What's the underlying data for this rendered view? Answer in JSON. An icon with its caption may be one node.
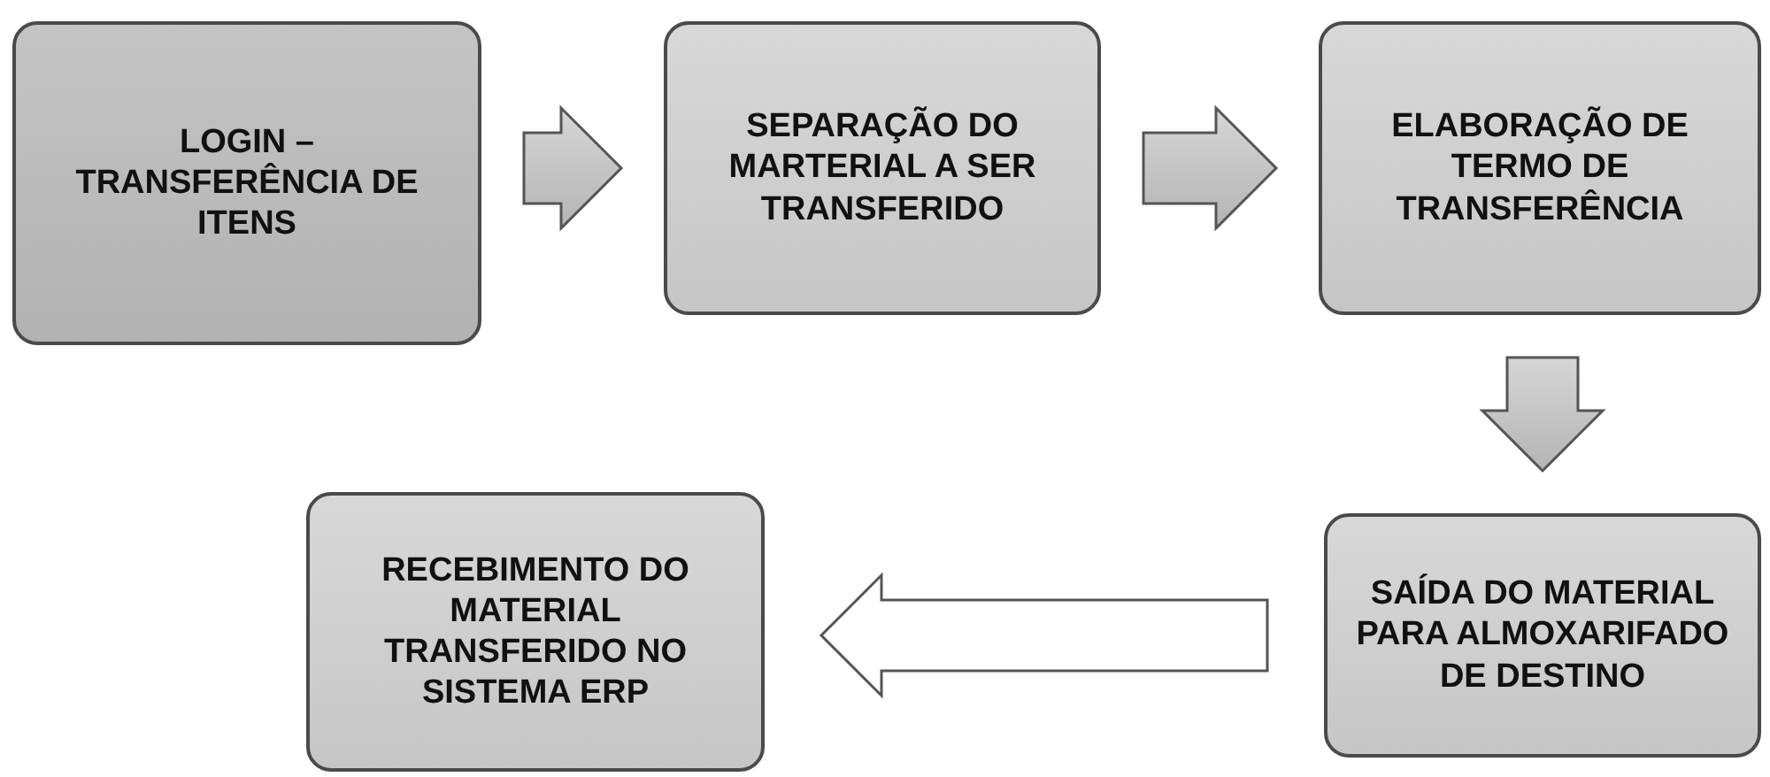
{
  "diagram": {
    "nodes": [
      {
        "text": [
          "LOGIN – TRANSFERÊNCIA DE ITENS"
        ]
      },
      {
        "text": [
          "SEPARAÇÃO DO MARTERIAL A SER TRANSFERIDO"
        ]
      },
      {
        "text": [
          "ELABORAÇÃO DE TERMO DE TRANSFERÊNCIA"
        ]
      },
      {
        "text": [
          "SAÍDA DO MATERIAL PARA ALMOXARIFADO DE DESTINO"
        ]
      },
      {
        "text": [
          "RECEBIMENTO DO MATERIAL TRANSFERIDO NO SISTEMA ERP"
        ]
      }
    ],
    "edges": [
      {
        "from": 0,
        "to": 1,
        "arrow": "to"
      },
      {
        "from": 1,
        "to": 2,
        "arrow": "to"
      },
      {
        "from": 2,
        "to": 3,
        "arrow": "to"
      },
      {
        "from": 3,
        "to": 4,
        "arrow": "to"
      }
    ]
  }
}
